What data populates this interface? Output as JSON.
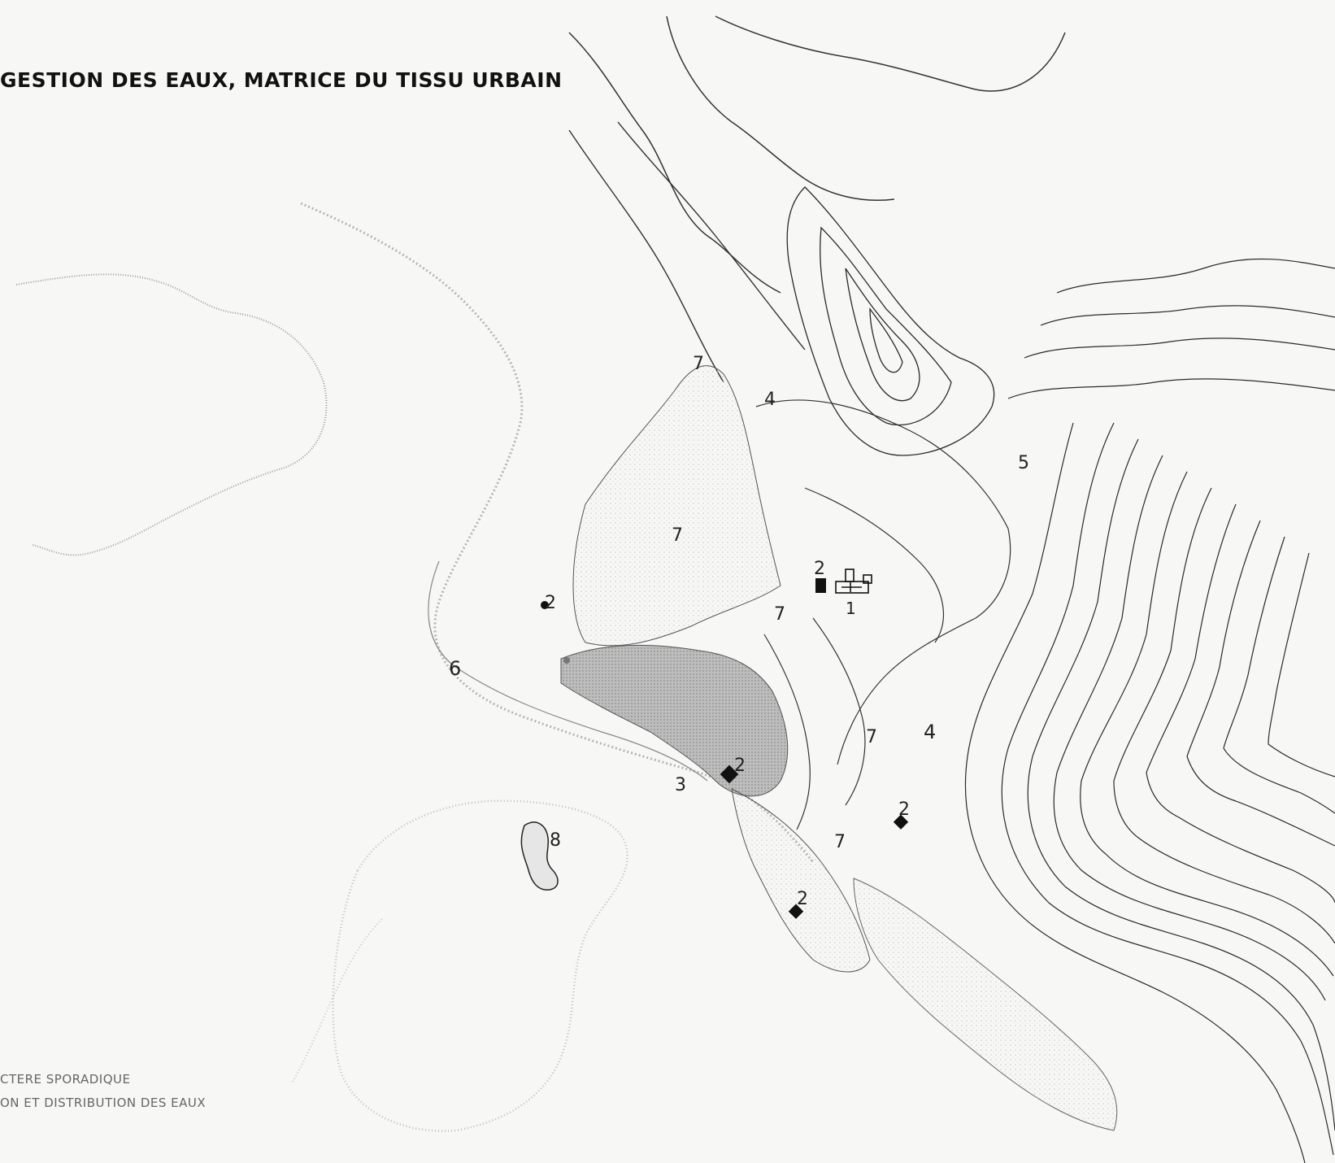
{
  "title": "GESTION DES EAUX, MATRICE DU TISSU URBAIN",
  "legend": [
    "CTERE SPORADIQUE",
    "ON ET DISTRIBUTION DES EAUX"
  ],
  "map_labels": [
    {
      "id": "l7a",
      "text": "7"
    },
    {
      "id": "l4a",
      "text": "4"
    },
    {
      "id": "l5",
      "text": "5"
    },
    {
      "id": "l7b",
      "text": "7"
    },
    {
      "id": "l2a",
      "text": "2"
    },
    {
      "id": "l1",
      "text": "1"
    },
    {
      "id": "l7c",
      "text": "7"
    },
    {
      "id": "l2b",
      "text": "2"
    },
    {
      "id": "l6",
      "text": "6"
    },
    {
      "id": "l7d",
      "text": "7"
    },
    {
      "id": "l4b",
      "text": "4"
    },
    {
      "id": "l3",
      "text": "3"
    },
    {
      "id": "l2c",
      "text": "2"
    },
    {
      "id": "l2d",
      "text": "2"
    },
    {
      "id": "l8",
      "text": "8"
    },
    {
      "id": "l7e",
      "text": "7"
    },
    {
      "id": "l2e",
      "text": "2"
    }
  ],
  "colors": {
    "background": "#f7f7f5",
    "contour": "#2a2a2a",
    "stipple": "#cfcfcf",
    "shade": "#b9b9b9",
    "marker": "#111111"
  }
}
